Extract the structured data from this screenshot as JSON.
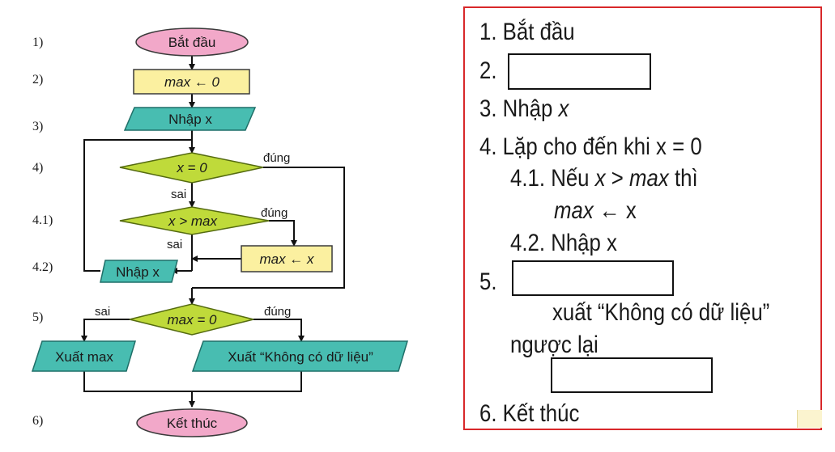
{
  "flowchart": {
    "steps": [
      "1)",
      "2)",
      "3)",
      "4)",
      "4.1)",
      "4.2)",
      "5)",
      "6)"
    ],
    "start": "Bắt đầu",
    "init": "max ← 0",
    "input": "Nhập x",
    "cond_zero": "x = 0",
    "cond_max": "x > max",
    "assign": "max ← x",
    "input_loop": "Nhập x",
    "cond_final": "max = 0",
    "output_max": "Xuất max",
    "output_nodata": "Xuất “Không có dữ liệu”",
    "end": "Kết thúc",
    "labels": {
      "true": "đúng",
      "false": "sai"
    },
    "colors": {
      "terminal": "#f2a8c9",
      "process": "#fbf0a0",
      "io": "#48bdb1",
      "decision": "#bfda3a"
    }
  },
  "algorithm": {
    "l1": "1. Bắt đầu",
    "l2": "2.",
    "l3_pre": "3. Nhập ",
    "l3_var": "x",
    "l4": "4. Lặp cho đến khi x = 0",
    "l41_pre": "4.1. Nếu ",
    "l41_x": "x",
    "l41_op": " > ",
    "l41_max": "max",
    "l41_post": " thì",
    "l41b_max": "max",
    "l41b_post": " ← x",
    "l42": "4.2. Nhập x",
    "l5": "5.",
    "l5a": "xuất “Không có dữ liệu”",
    "l5b": "ngược lại",
    "l6": "6. Kết thúc",
    "border_color": "#d8282a"
  }
}
